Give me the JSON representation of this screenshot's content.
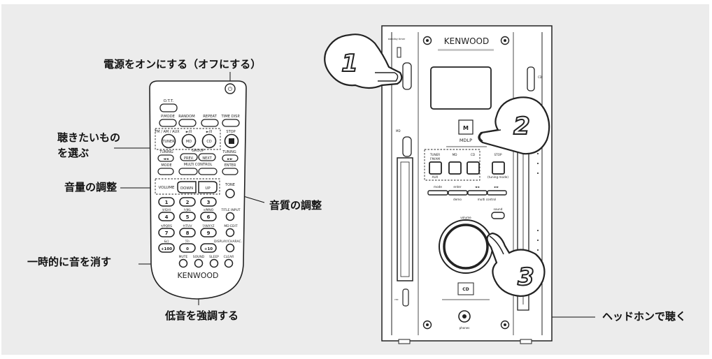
{
  "labels": {
    "power": "電源をオンにする（オフにする）",
    "select": [
      "聴きたいもの",
      "を選ぶ"
    ],
    "volume": "音量の調整",
    "tone": "音質の調整",
    "mute": "一時的に音を消す",
    "bass": "低音を強調する",
    "headphone": "ヘッドホンで聴く"
  },
  "remote": {
    "brand": "KENWOOD",
    "top_button": "O.T.T.",
    "row1": [
      "P.MODE",
      "RANDOM",
      "REPEAT",
      "TIME DISP."
    ],
    "source_group": "FM / AM / AUX",
    "source_buttons": [
      "TUNER",
      "MD",
      "CD"
    ],
    "source_marks": [
      "►/II",
      "►/II"
    ],
    "stop": "STOP",
    "tuning_left": "TUNING",
    "tuning_right": "TUNING",
    "group": "GROUP",
    "prev": "PREV.",
    "next": "NEXT",
    "mode": "MODE",
    "multi_control": "MULTI CONTROL",
    "enter": "ENTER",
    "volume": "VOLUME",
    "down": "DOWN",
    "up": "UP",
    "tone": "TONE",
    "num_row1": [
      "1",
      "2",
      "3"
    ],
    "num_row2_labels": [
      "ﾀ/GHI",
      "ﾅ/JKL",
      "ﾊ/MNO",
      "TITLE INPUT"
    ],
    "num_row2": [
      "4",
      "5",
      "6"
    ],
    "num_row3_labels": [
      "ﾏ/PQRS",
      "ﾔ/TUV",
      "ﾗ/WXYZ",
      "MD EDIT"
    ],
    "num_row3": [
      "7",
      "8",
      "9"
    ],
    "num_row4_labels": [
      "&()",
      "ﾜｦﾝ",
      "DISPLAY/CHARAC."
    ],
    "num_row4": [
      "+100",
      "0",
      "+10"
    ],
    "bottom_row": [
      "MUTE",
      "SOUND",
      "SLEEP",
      "CLEAR"
    ]
  },
  "unit": {
    "brand": "KENWOOD",
    "logo_text": "MDLP",
    "cd_label": "CD",
    "md_label": "MD",
    "standby": "standby timer",
    "tuner": "TUNER",
    "fm_am": "FM/AM",
    "aux": "AUX",
    "md": "MD",
    "cd": "CD",
    "stop": "STOP",
    "tuning_mode": "(tuning mode)",
    "mode": "mode",
    "enter": "enter",
    "demo": "demo",
    "multi_control": "multi control",
    "sound": "sound",
    "volume": "volume",
    "phones": "phones",
    "rec": "rec"
  },
  "steps": [
    "1",
    "2",
    "3"
  ]
}
